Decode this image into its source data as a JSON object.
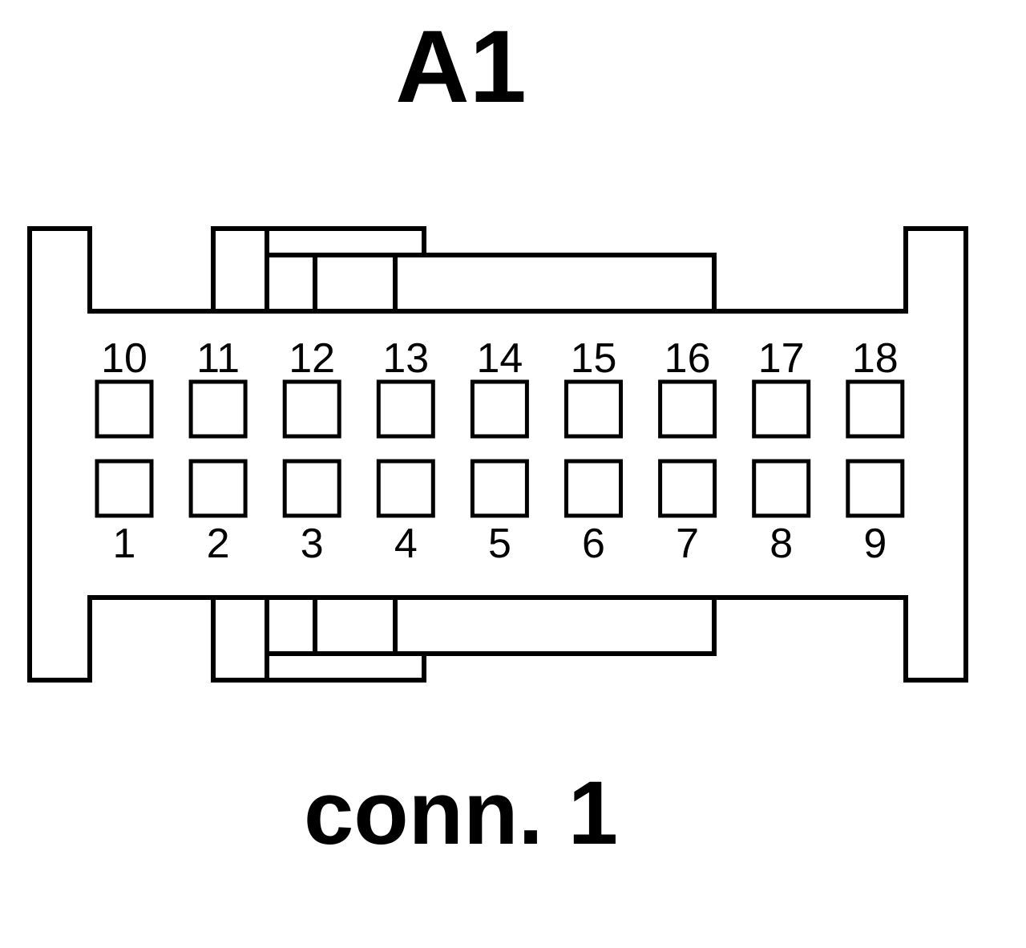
{
  "connector": {
    "label": "A1",
    "caption": "conn. 1"
  },
  "pins": {
    "top_row": [
      "10",
      "11",
      "12",
      "13",
      "14",
      "15",
      "16",
      "17",
      "18"
    ],
    "bottom_row": [
      "1",
      "2",
      "3",
      "4",
      "5",
      "6",
      "7",
      "8",
      "9"
    ]
  },
  "colors": {
    "line": "#000000",
    "background": "#ffffff"
  }
}
